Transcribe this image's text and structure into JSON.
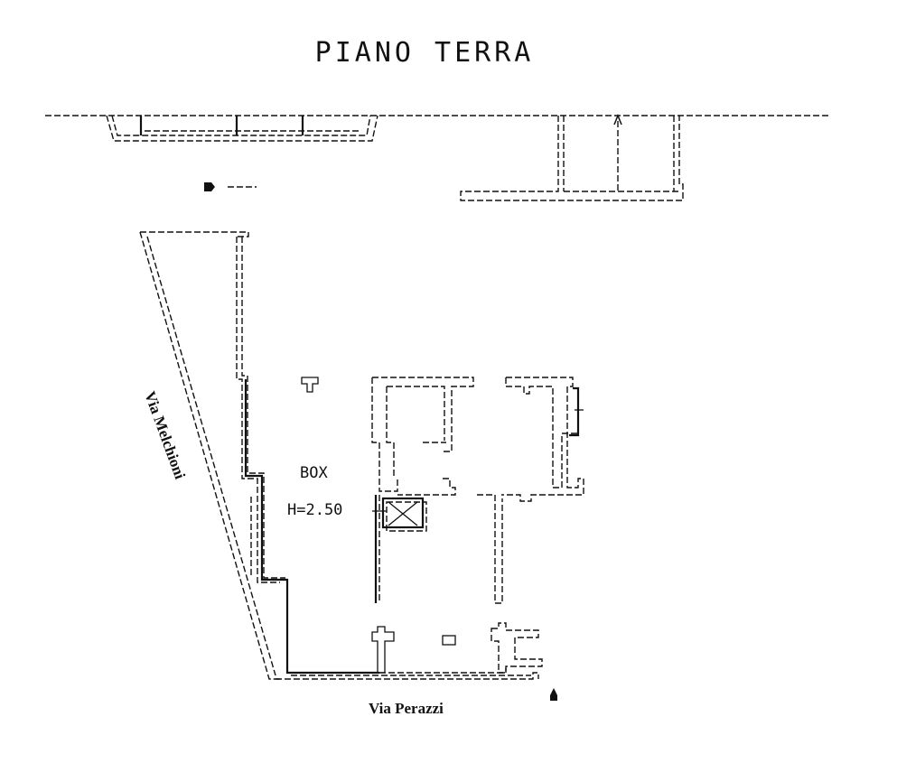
{
  "title": "PIANO TERRA",
  "unit": {
    "name": "BOX",
    "height": "H=2.50"
  },
  "streets": {
    "west": "Via Melchioni",
    "south": "Via Perazzi"
  }
}
